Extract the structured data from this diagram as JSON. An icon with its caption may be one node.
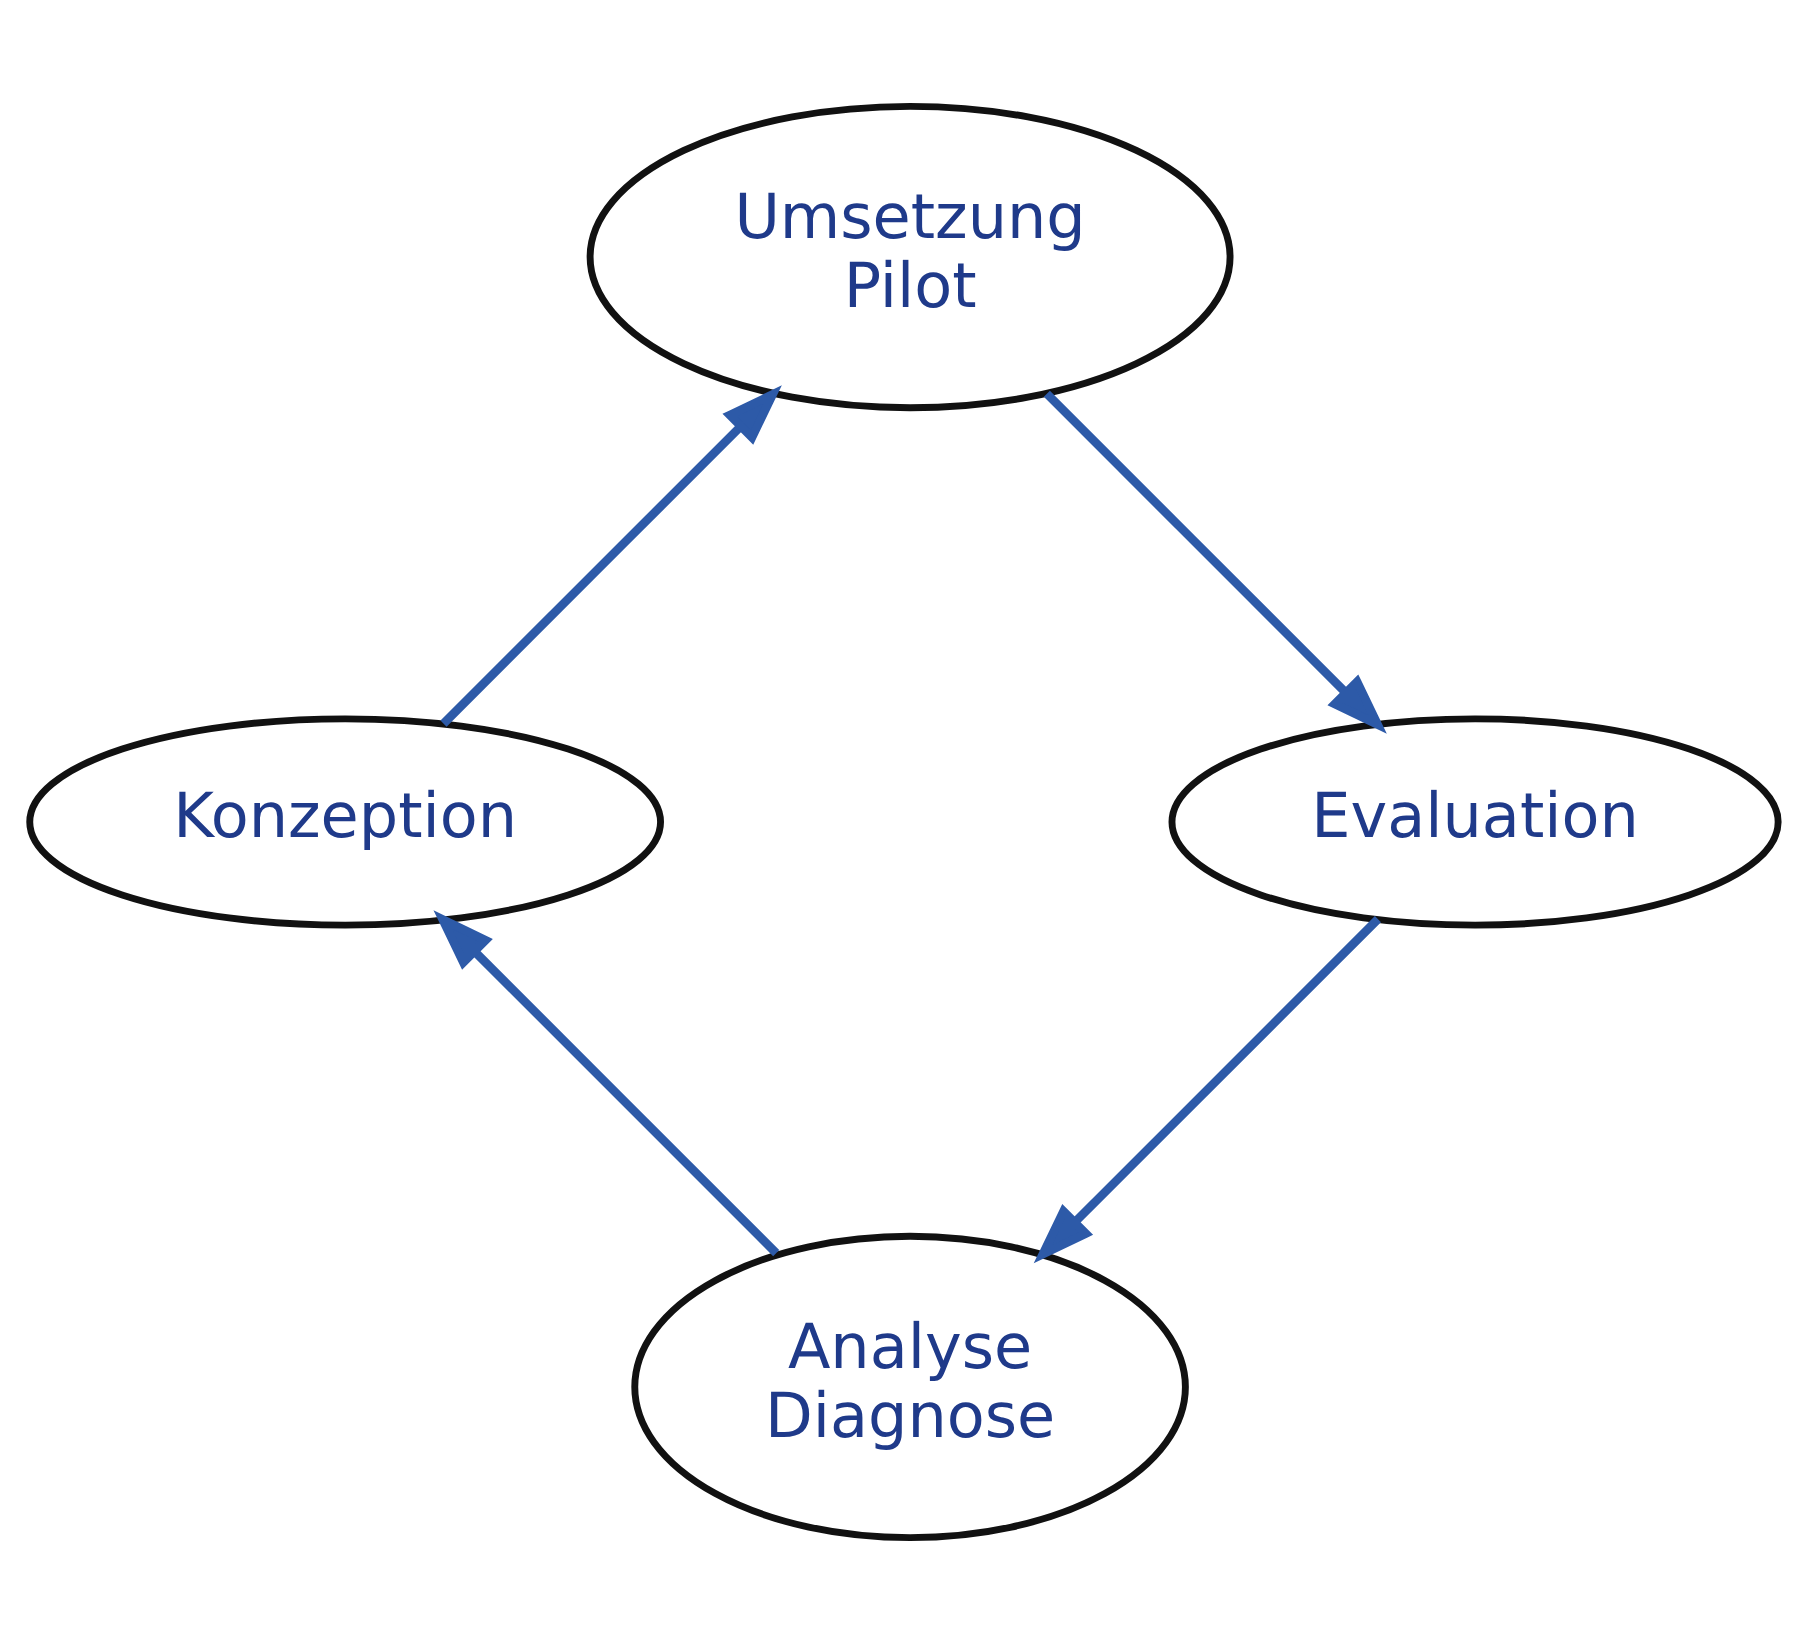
{
  "diagram": {
    "nodes": [
      {
        "text": [
          "Analyse",
          "Diagnose"
        ]
      },
      {
        "text": [
          "Konzeption"
        ]
      },
      {
        "text": [
          "Umsetzung",
          "Pilot"
        ]
      },
      {
        "text": [
          "Evaluation"
        ]
      }
    ],
    "edges": [
      {
        "from": 0,
        "to": 1,
        "arrow": "to"
      },
      {
        "from": 1,
        "to": 2,
        "arrow": "to"
      },
      {
        "from": 2,
        "to": 3,
        "arrow": "to"
      },
      {
        "from": 3,
        "to": 0,
        "arrow": "to"
      }
    ]
  }
}
